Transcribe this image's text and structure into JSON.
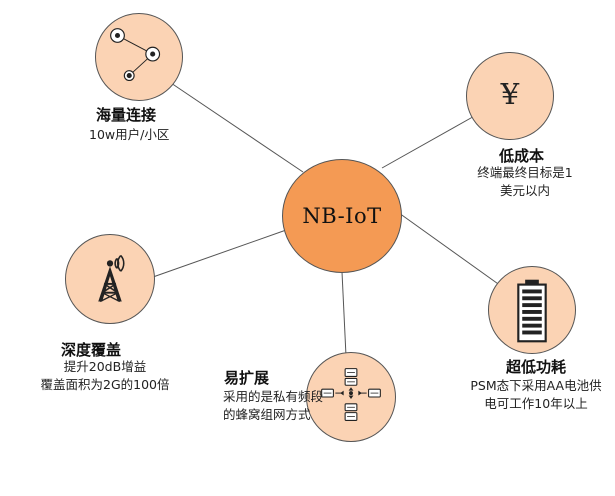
{
  "center": {
    "label": "NB-IoT"
  },
  "features": {
    "connection": {
      "title": "海量连接",
      "lines": [
        "10w用户/小区"
      ],
      "icon": "network-nodes-icon"
    },
    "cost": {
      "title": "低成本",
      "lines": [
        "终端最终目标是1",
        "美元以内"
      ],
      "icon": "yen-icon",
      "symbol": "¥"
    },
    "coverage": {
      "title": "深度覆盖",
      "lines": [
        "提升20dB增益",
        "覆盖面积为2G的100倍"
      ],
      "icon": "signal-tower-icon"
    },
    "expansion": {
      "title": "易扩展",
      "lines": [
        "采用的是私有频段",
        "的蜂窝组网方式"
      ],
      "icon": "cellular-network-icon"
    },
    "power": {
      "title": "超低功耗",
      "lines": [
        "PSM态下采用AA电池供",
        "电可工作10年以上"
      ],
      "icon": "battery-icon"
    }
  },
  "colors": {
    "center_fill": "#f49a54",
    "node_fill": "#fbd3b4",
    "line": "#555555",
    "icon": "#222222"
  }
}
